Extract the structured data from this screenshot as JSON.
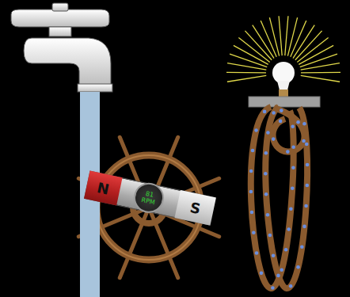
{
  "diagram": {
    "nodes": [
      {
        "text": [
          "N"
        ]
      },
      {
        "text": [
          "81 RPM"
        ]
      },
      {
        "text": [
          "S"
        ]
      }
    ]
  }
}
